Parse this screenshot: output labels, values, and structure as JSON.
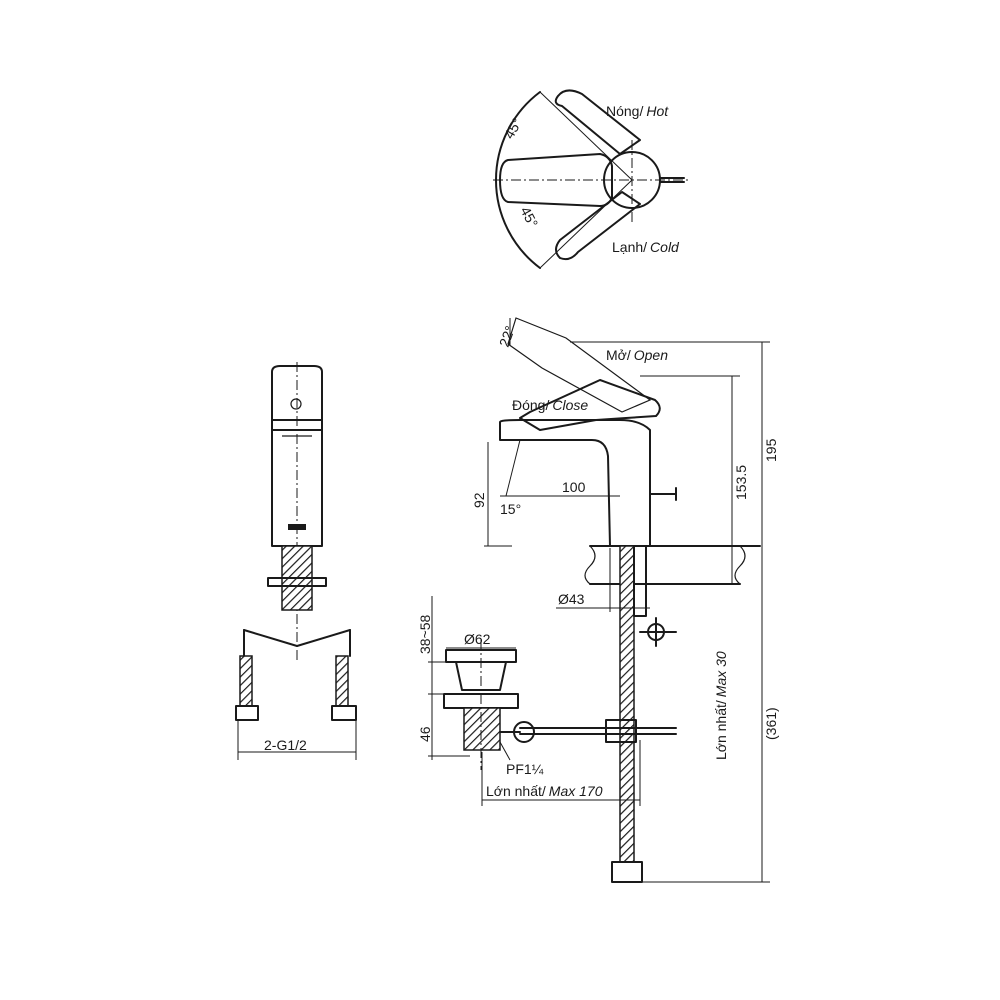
{
  "labels": {
    "top_angle_hot": "45°",
    "top_angle_cold": "45°",
    "hot_vi": "Nóng/",
    "hot_en": "Hot",
    "cold_vi": "Lạnh/",
    "cold_en": "Cold",
    "lever_angle": "22°",
    "open_vi": "Mở/",
    "open_en": "Open",
    "close_vi": "Đóng/",
    "close_en": "Close",
    "spout_height": "92",
    "spout_reach": "100",
    "spout_angle": "15°",
    "height_lever": "153.5",
    "height_total": "195",
    "base_diameter": "Ø43",
    "counter_max_vi": "Lớn nhất/",
    "counter_max_en": "Max 30",
    "below_total": "(361)",
    "waste_range": "38~58",
    "waste_diameter": "Ø62",
    "waste_height": "46",
    "waste_thread": "PF1¼",
    "rod_max_vi": "Lớn nhất/",
    "rod_max_en": "Max 170",
    "hose_thread": "2-G1/2"
  },
  "colors": {
    "line": "#1a1a1a",
    "background": "#ffffff"
  }
}
